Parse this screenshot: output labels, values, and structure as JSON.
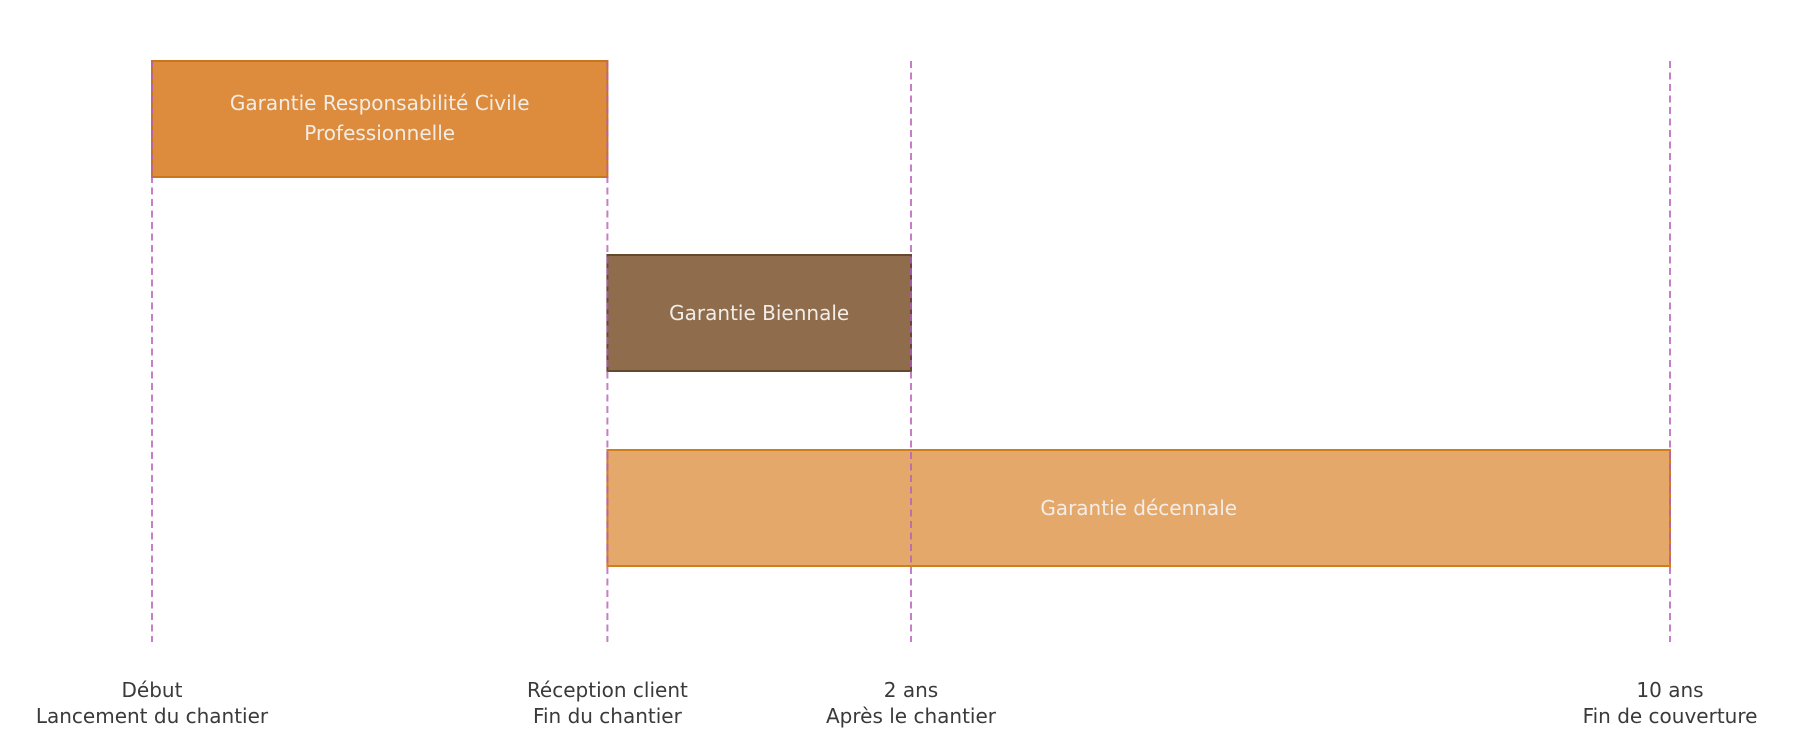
{
  "chart_data": {
    "type": "timeline",
    "orientation": "horizontal",
    "title": "",
    "x_axis": {
      "min": 0,
      "max": 10,
      "note": "schematic construction-warranty timeline, gridlines at milestone positions only",
      "grid": "dashed vertical milestone lines"
    },
    "milestones": [
      {
        "id": "debut",
        "x": 0,
        "label_line1": "Début",
        "label_line2": "Lancement du chantier"
      },
      {
        "id": "reception-client",
        "x": 3,
        "label_line1": "Réception client",
        "label_line2": "Fin du chantier"
      },
      {
        "id": "2-ans",
        "x": 5,
        "label_line1": "2 ans",
        "label_line2": "Après le chantier"
      },
      {
        "id": "10-ans",
        "x": 10,
        "label_line1": "10 ans",
        "label_line2": "Fin de couverture"
      }
    ],
    "bars": [
      {
        "id": "rc-pro",
        "label": "Garantie Responsabilité Civile Professionnelle",
        "label_lines": [
          "Garantie Responsabilité Civile",
          "Professionnelle"
        ],
        "start": 0,
        "end": 3,
        "row": 0,
        "fill": "#DD8C3D",
        "border": "#C9761C"
      },
      {
        "id": "biennale",
        "label": "Garantie Biennale",
        "label_lines": [
          "Garantie Biennale"
        ],
        "start": 3,
        "end": 5,
        "row": 1,
        "fill": "#8E6C4C",
        "border": "#64492F"
      },
      {
        "id": "decennale",
        "label": "Garantie décennale",
        "label_lines": [
          "Garantie décennale"
        ],
        "start": 3,
        "end": 10,
        "row": 2,
        "fill": "#E5A86B",
        "border": "#D07F1F"
      }
    ],
    "styles": {
      "background_color": "#ffffff",
      "milestone_line_color": "#B55FB9",
      "milestone_line_opacity": 0.8,
      "milestone_label_color": "#3A3A3A",
      "bar_label_color": "#F2EDE7"
    }
  }
}
